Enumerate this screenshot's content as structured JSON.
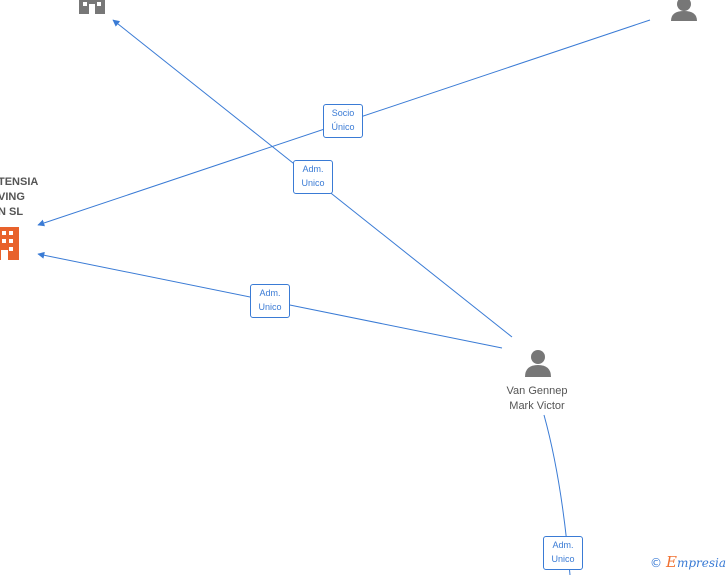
{
  "nodes": {
    "company_main": {
      "label_lines": [
        "TENSIA",
        "VING",
        "N  SL"
      ],
      "color": "#e8622c"
    },
    "company_top": {
      "color": "#777777"
    },
    "person_top_right": {
      "color": "#777777"
    },
    "person_center": {
      "label_lines": [
        "Van Gennep",
        "Mark Victor"
      ],
      "color": "#777777"
    }
  },
  "edges": [
    {
      "label_lines": [
        "Socio",
        "Único"
      ]
    },
    {
      "label_lines": [
        "Adm.",
        "Unico"
      ]
    },
    {
      "label_lines": [
        "Adm.",
        "Unico"
      ]
    },
    {
      "label_lines": [
        "Adm.",
        "Unico"
      ]
    }
  ],
  "colors": {
    "edge": "#3a7bd5"
  },
  "brand": {
    "copyright": "©",
    "first_letter": "E",
    "rest": "mpresia"
  }
}
